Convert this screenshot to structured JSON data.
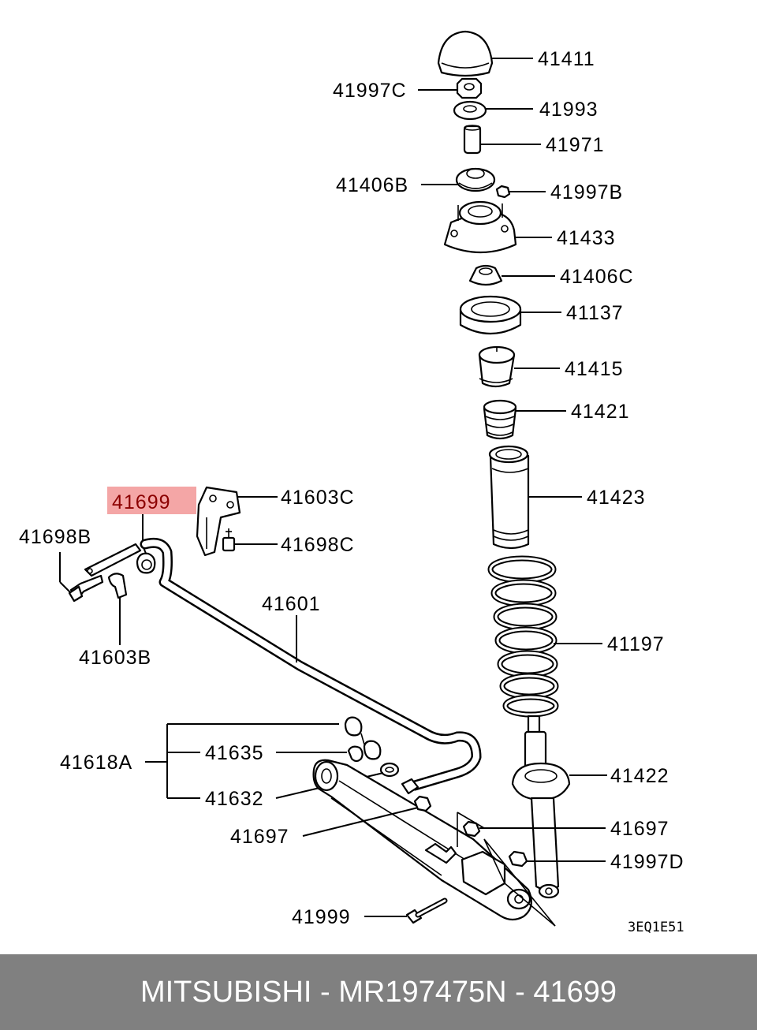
{
  "diagram": {
    "highlight": {
      "label": "41699",
      "fill_color": "#f4a6a6",
      "text_color": "#8b0000"
    },
    "labels": {
      "p41411": "41411",
      "p41997C": "41997C",
      "p41993": "41993",
      "p41971": "41971",
      "p41406B": "41406B",
      "p41997B": "41997B",
      "p41433": "41433",
      "p41406C": "41406C",
      "p41137": "41137",
      "p41415": "41415",
      "p41421": "41421",
      "p41423": "41423",
      "p41603C": "41603C",
      "p41698C": "41698C",
      "p41698B": "41698B",
      "p41601": "41601",
      "p41603B": "41603B",
      "p41197": "41197",
      "p41618A": "41618A",
      "p41635": "41635",
      "p41632": "41632",
      "p41422": "41422",
      "p41697_left": "41697",
      "p41697_right": "41697",
      "p41997D": "41997D",
      "p41999": "41999"
    },
    "drawing_code": "3EQ1E51"
  },
  "footer": {
    "brand": "MITSUBISHI",
    "part_number": "MR197475",
    "ref_label": "N - 41699",
    "background_color": "#808080"
  }
}
